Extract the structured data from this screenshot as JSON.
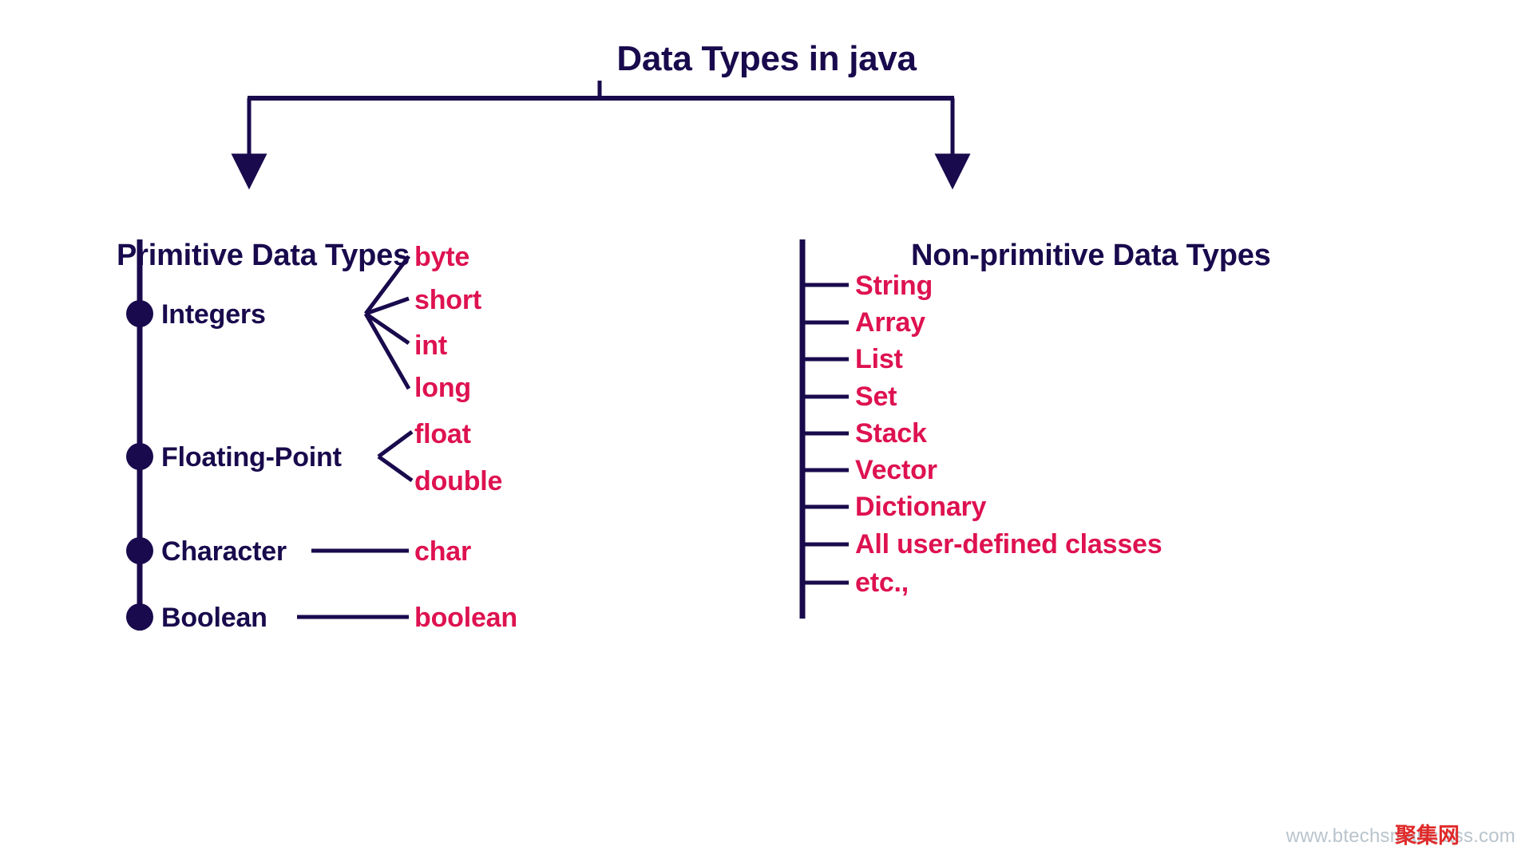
{
  "diagram": {
    "type": "tree",
    "title": "Data Types in java",
    "colors": {
      "navy": "#190a4d",
      "crimson": "#de1250",
      "background": "#ffffff",
      "watermark": "#b9c4cc"
    },
    "branches": [
      {
        "id": "primitive",
        "label": "Primitive Data Types",
        "categories": [
          {
            "name": "Integers",
            "types": [
              "byte",
              "short",
              "int",
              "long"
            ]
          },
          {
            "name": "Floating-Point",
            "types": [
              "float",
              "double"
            ]
          },
          {
            "name": "Character",
            "types": [
              "char"
            ]
          },
          {
            "name": "Boolean",
            "types": [
              "boolean"
            ]
          }
        ]
      },
      {
        "id": "non-primitive",
        "label": "Non-primitive Data Types",
        "items": [
          "String",
          "Array",
          "List",
          "Set",
          "Stack",
          "Vector",
          "Dictionary",
          "All user-defined classes",
          "etc.,"
        ]
      }
    ]
  },
  "watermark": {
    "url": "www.btechsmartclass.com",
    "overlay": "聚集网"
  }
}
